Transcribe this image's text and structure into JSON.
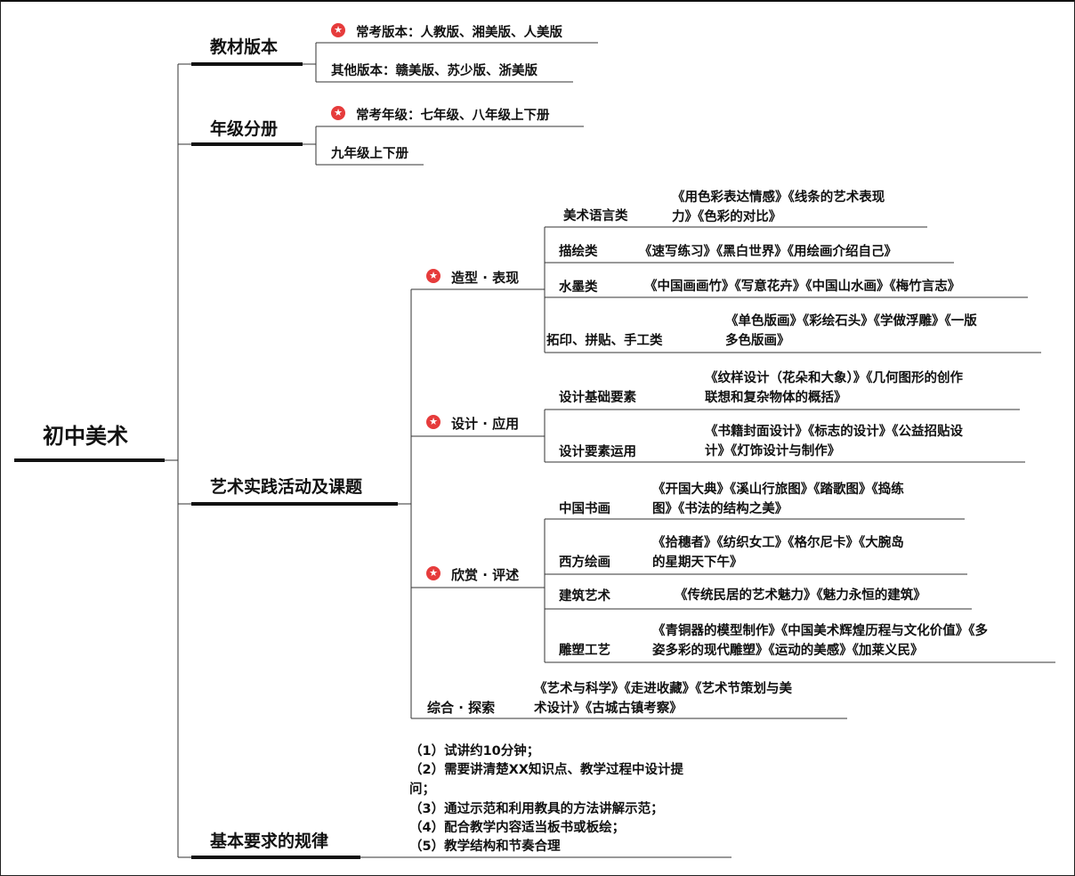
{
  "root": "初中美术",
  "branches": {
    "textbook": {
      "title": "教材版本",
      "items": [
        "常考版本：人教版、湘美版、人美版",
        "其他版本：赣美版、苏少版、浙美版"
      ]
    },
    "grade": {
      "title": "年级分册",
      "items": [
        "常考年级：七年级、八年级上下册",
        "九年级上下册"
      ]
    },
    "practice": {
      "title": "艺术实践活动及课题",
      "groups": [
        {
          "label": "造型 · 表现",
          "subs": [
            {
              "name": "美术语言类",
              "lines": [
                "《用色彩表达情感》《线条的艺术表现",
                "力》《色彩的对比》"
              ]
            },
            {
              "name": "描绘类",
              "lines": [
                "《速写练习》《黑白世界》《用绘画介绍自己》"
              ]
            },
            {
              "name": "水墨类",
              "lines": [
                "《中国画画竹》《写意花卉》《中国山水画》《梅竹言志》"
              ]
            },
            {
              "name": "拓印、拼贴、手工类",
              "lines": [
                "《单色版画》《彩绘石头》《学做浮雕》《一版",
                "多色版画》"
              ]
            }
          ]
        },
        {
          "label": "设计 · 应用",
          "subs": [
            {
              "name": "设计基础要素",
              "lines": [
                "《纹样设计（花朵和大象）》《几何图形的创作",
                "联想和复杂物体的概括》"
              ]
            },
            {
              "name": "设计要素运用",
              "lines": [
                "《书籍封面设计》《标志的设计》《公益招贴设",
                "计》《灯饰设计与制作》"
              ]
            }
          ]
        },
        {
          "label": "欣赏 · 评述",
          "subs": [
            {
              "name": "中国书画",
              "lines": [
                "《开国大典》《溪山行旅图》《踏歌图》《捣练",
                "图》《书法的结构之美》"
              ]
            },
            {
              "name": "西方绘画",
              "lines": [
                "《拾穗者》《纺织女工》《格尔尼卡》《大腕岛",
                "的星期天下午》"
              ]
            },
            {
              "name": "建筑艺术",
              "lines": [
                "《传统民居的艺术魅力》《魅力永恒的建筑》"
              ]
            },
            {
              "name": "雕塑工艺",
              "lines": [
                "《青铜器的模型制作》《中国美术辉煌历程与文化价值》《多",
                "姿多彩的现代雕塑》《运动的美感》《加莱义民》"
              ]
            }
          ]
        },
        {
          "label": "综合 · 探索",
          "lines": [
            "《艺术与科学》《走进收藏》《艺术节策划与美",
            "术设计》《古城古镇考察》"
          ]
        }
      ]
    },
    "requirements": {
      "title": "基本要求的规律",
      "lines": [
        "（1）试讲约10分钟；",
        "（2）需要讲清楚XX知识点、教学过程中设计提",
        "问；",
        "（3）通过示范和利用教具的方法讲解示范；",
        "（4）配合教学内容适当板书或板绘；",
        "（5）教学结构和节奏合理"
      ]
    }
  },
  "colors": {
    "line": "#111111",
    "star": "#e63b3b",
    "thin_line": "#333333"
  },
  "icons": {
    "highlight": "star-icon"
  }
}
